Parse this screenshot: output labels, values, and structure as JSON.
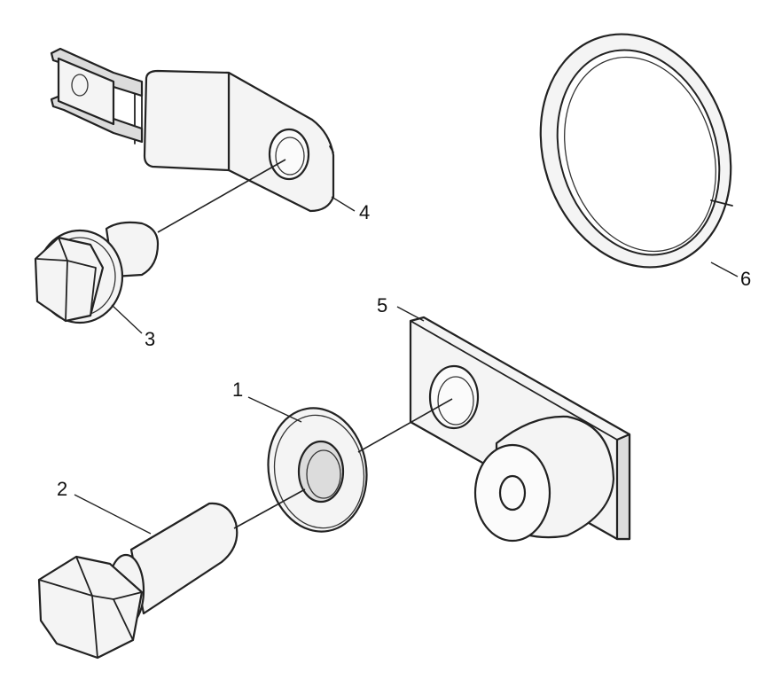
{
  "diagram": {
    "callouts": [
      {
        "id": "1",
        "text": "1"
      },
      {
        "id": "2",
        "text": "2"
      },
      {
        "id": "3",
        "text": "3"
      },
      {
        "id": "4",
        "text": "4"
      },
      {
        "id": "5",
        "text": "5"
      },
      {
        "id": "6",
        "text": "6"
      }
    ],
    "colors": {
      "line": "#222222",
      "fill": "#f4f4f4",
      "shade": "#dcdcdc",
      "background": "#ffffff"
    }
  }
}
